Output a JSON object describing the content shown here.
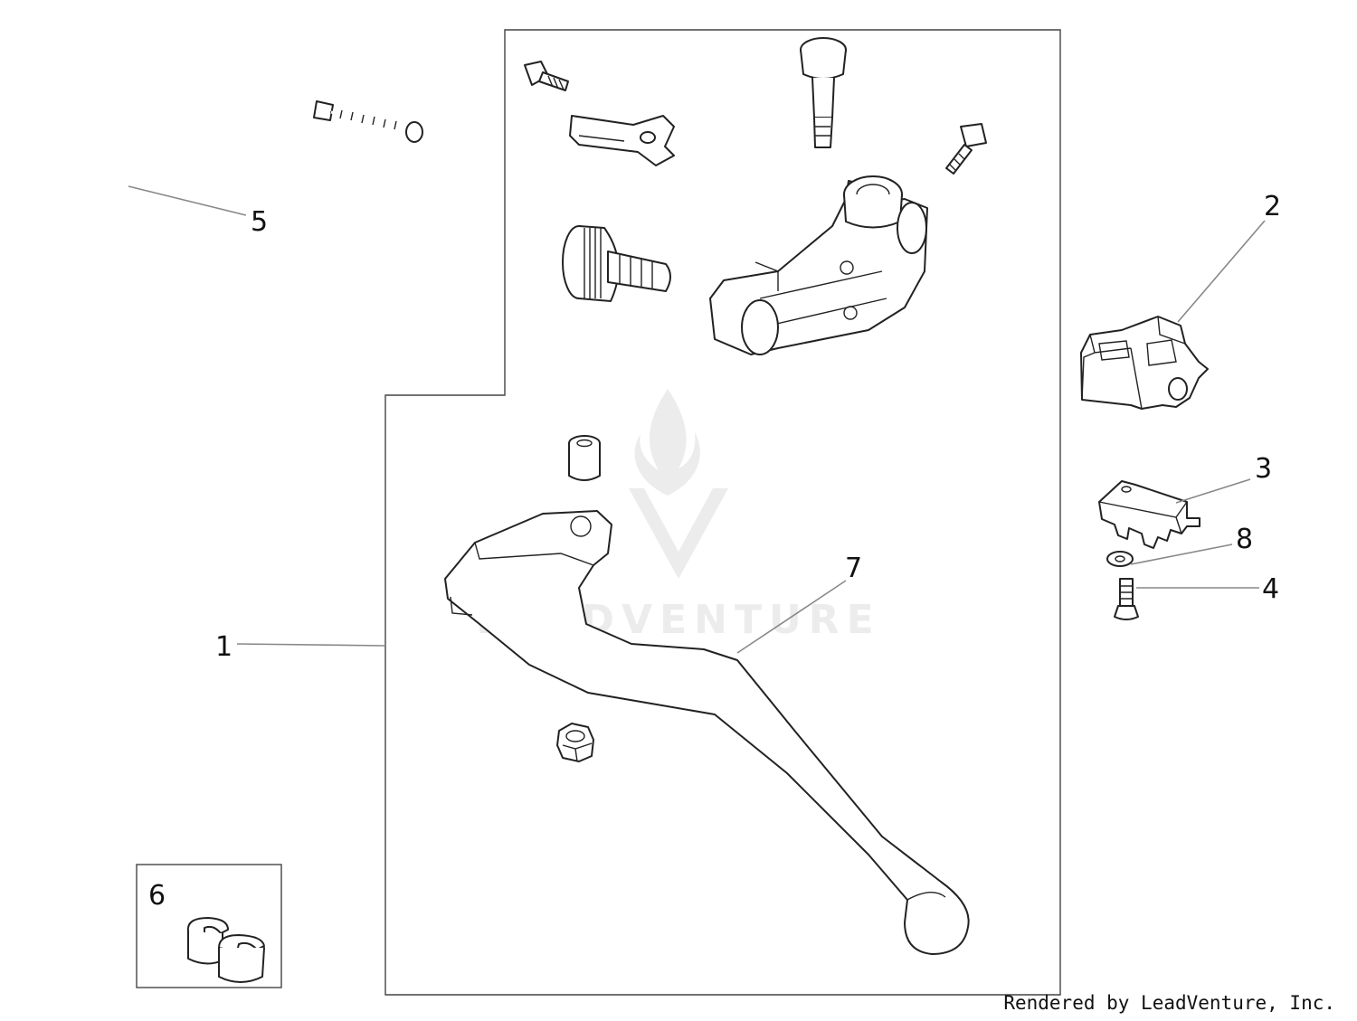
{
  "callouts": [
    {
      "id": "1",
      "label": "1"
    },
    {
      "id": "2",
      "label": "2"
    },
    {
      "id": "3",
      "label": "3"
    },
    {
      "id": "4",
      "label": "4"
    },
    {
      "id": "5",
      "label": "5"
    },
    {
      "id": "6",
      "label": "6"
    },
    {
      "id": "7",
      "label": "7"
    },
    {
      "id": "8",
      "label": "8"
    }
  ],
  "watermark": {
    "text": "LEADVENTURE",
    "logo": "leadventure-flame-logo"
  },
  "credit": "Rendered by LeadVenture, Inc."
}
